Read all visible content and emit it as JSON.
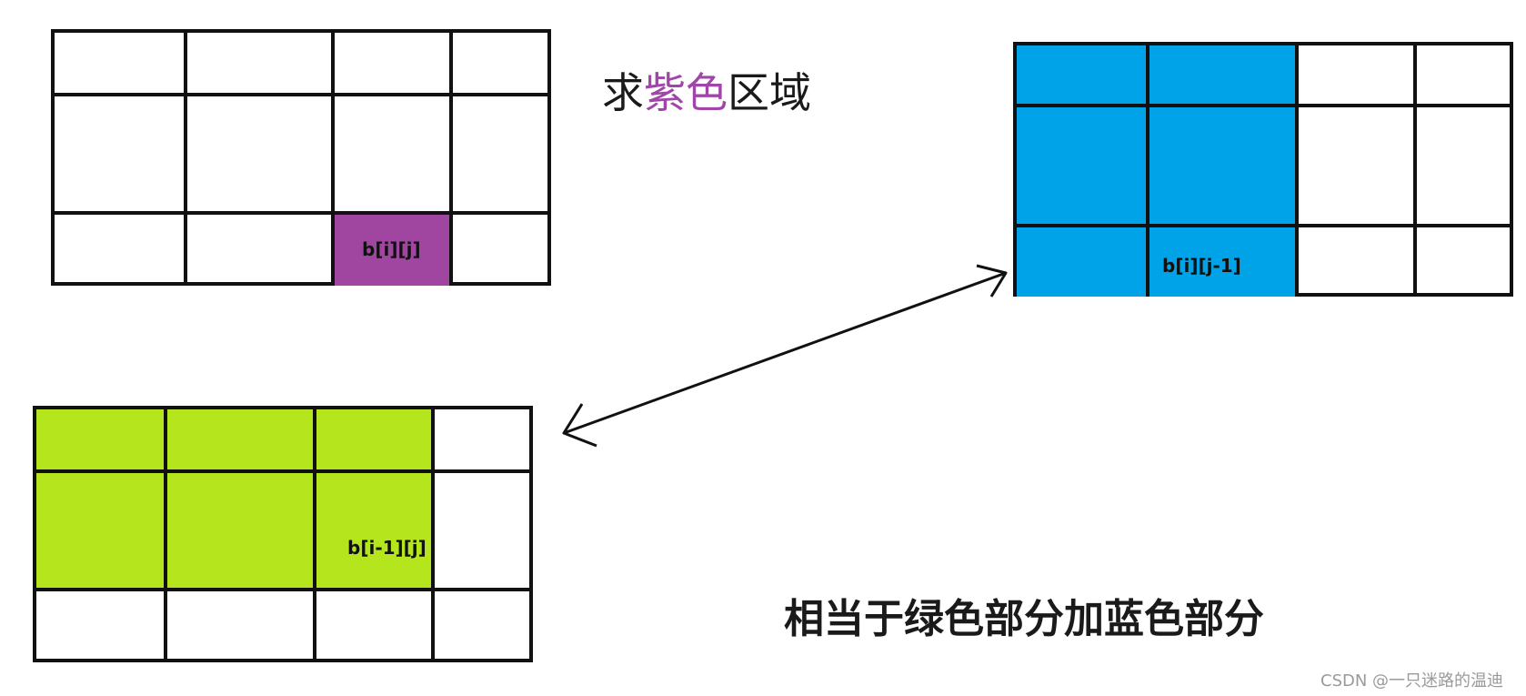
{
  "title": {
    "before": "求",
    "highlight": "紫色",
    "after": "区域",
    "highlight_color": "#a046a8"
  },
  "caption": "相当于绿色部分加蓝色部分",
  "watermark": "CSDN @一只迷路的温迪",
  "colors": {
    "purple": "#a046a0",
    "blue": "#00a2e8",
    "green": "#b5e61d",
    "border": "#111111"
  },
  "grids": {
    "top_left": {
      "target_label": "b[i][j]"
    },
    "top_right": {
      "target_label": "b[i][j-1]"
    },
    "bottom_left": {
      "target_label": "b[i-1][j]"
    }
  },
  "arrow": {
    "type": "double-headed"
  }
}
